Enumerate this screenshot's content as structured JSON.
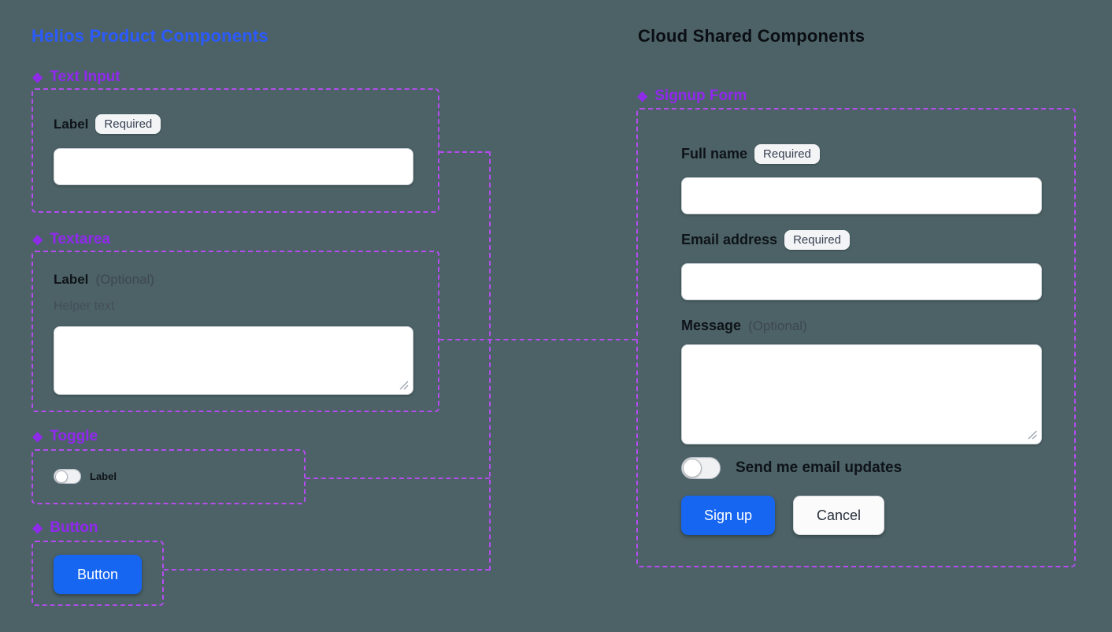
{
  "icons": {
    "component": "❖"
  },
  "colors": {
    "background": "#4c6266",
    "title_blue": "#2b5bff",
    "component_purple": "#9229f0",
    "dashed_purple": "#b44cf0",
    "accent_blue": "#1666f2",
    "badge_bg": "#f3f4f6"
  },
  "left": {
    "title": "Helios Product Components",
    "text_input": {
      "section": "Text Input",
      "label": "Label",
      "badge": "Required"
    },
    "textarea": {
      "section": "Textarea",
      "label": "Label",
      "optional": "(Optional)",
      "helper": "Helper text"
    },
    "toggle": {
      "section": "Toggle",
      "label": "Label",
      "state": "off"
    },
    "button": {
      "section": "Button",
      "button_label": "Button"
    }
  },
  "right": {
    "title": "Cloud Shared Components",
    "signup_form": {
      "section": "Signup Form",
      "full_name": {
        "label": "Full name",
        "badge": "Required"
      },
      "email": {
        "label": "Email address",
        "badge": "Required"
      },
      "message": {
        "label": "Message",
        "optional": "(Optional)"
      },
      "updates_toggle": {
        "label": "Send me email updates",
        "state": "off"
      },
      "submit_label": "Sign up",
      "cancel_label": "Cancel"
    }
  }
}
